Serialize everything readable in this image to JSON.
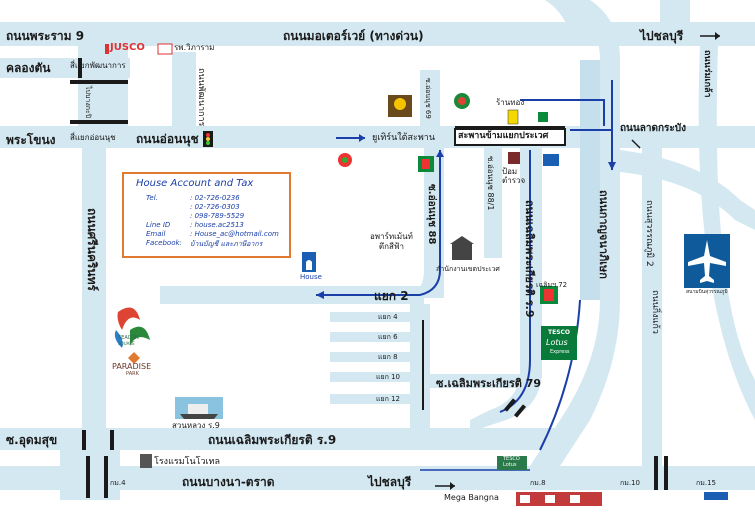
{
  "roads": {
    "rama9": "ถนนพระราม 9",
    "motorway": "ถนนมอเตอร์เวย์ (ทางด่วน)",
    "to_chonburi_top": "ไปชลบุรี",
    "khlong_tan": "คลองตัน",
    "phatthanakan_junction": "สี่แยกพัฒนาการ",
    "phatthanakan_road": "ถนนพัฒนาการ",
    "to_bangkapi": "ไปบางกะปิ",
    "romklao": "ถนนร่มเกล้า",
    "phra_khanong": "พระโขนง",
    "onnut_junction": "สี่แยกอ่อนนุช",
    "onnut_road": "ถนนอ่อนนุช",
    "soi_onnut_69": "ซ.อ่อนนุช 69",
    "university": "ยูเทิร์นใต้สะพาน",
    "prawet_bridge": "สะพานข้ามแยกประเวศ",
    "lat_krabang": "ถนนลาดกระบัง",
    "gold_shop": "ร้านทอง",
    "police_box": "ป้อม\nตำรวจ",
    "soi_onnut_88_1": "ซ.อ่อนนุช 88/1",
    "soi_onnut_88": "ซ.อ่อนนุช 88",
    "chaloem_soi9": "ถนนเฉลิมพระเกียรติ ร.9",
    "kanchanaphisek": "ถนนกาญจนาภิเษก",
    "suvarnabhumi_2": "ถนนสุวรรณภูมิ 2",
    "king_kaeo": "ถนนกิ่งแก้ว",
    "srinakarin": "ถนนศรีนครินทร์",
    "apartment": "อพาร์ทเม้นท์\nตึกสีฟ้า",
    "district_office": "สำนักงานเขตประเวศ",
    "yaek2": "แยก 2",
    "yaek4": "แยก 4",
    "yaek6": "แยก 6",
    "yaek8": "แยก 8",
    "yaek10": "แยก 10",
    "yaek12": "แยก 12",
    "chaloem_soi79": "ซ.เฉลิมพระเกียรติ 79",
    "chaloem_mi72": "เฉลิมฯ 72",
    "suan_luang": "สวนหลวง ร.9",
    "udom_suk": "ซ.อุดมสุข",
    "chaloem_road": "ถนนเฉลิมพระเกียรติ ร.9",
    "novotel": "โรงแรมโนโวเทล",
    "bangna_trat": "ถนนบางนา-ตราด",
    "to_chonburi_bottom": "ไปชลบุรี",
    "km4": "กม.4",
    "km8": "กม.8",
    "km10": "กม.10",
    "km15": "กม.15",
    "mega_bangna": "Mega Bangna",
    "airport_label": "สนามบินสุวรรณภูมิ",
    "jusco": "JUSCO",
    "hospital": "รพ.วิภาราม",
    "house_label": "House",
    "paradise": "PARADISE",
    "paradise_sub": "PARK",
    "seacon": "SEACON",
    "seacon_sub": "SQUARE",
    "tesco_top": "TESCO",
    "tesco_mid": "Lotus",
    "tesco_bot": "Express",
    "tesco_small": "TESCO",
    "tesco_small2": "Lotus"
  },
  "infobox": {
    "title": "House Account and Tax",
    "rows": [
      {
        "label": "Tel.",
        "value": ":   02-726-0236"
      },
      {
        "label": "",
        "value": ":   02-726-0303"
      },
      {
        "label": "",
        "value": ":   098-789-5529"
      },
      {
        "label": "Line ID",
        "value": ":   house.ac2513"
      },
      {
        "label": "Email",
        "value": ":   House_ac@hotmail.com"
      },
      {
        "label": "Facebook:",
        "value": "บ้านบัญชี และภาษีอากร"
      }
    ]
  },
  "colors": {
    "road": "#d4e8f2",
    "road_edge": "#b9d8e8",
    "box_border": "#e07a30",
    "box_text": "#1a3fa8",
    "route": "#1a3fa8"
  }
}
